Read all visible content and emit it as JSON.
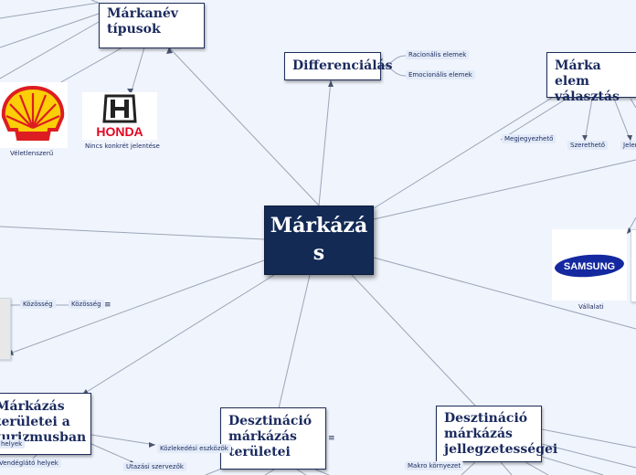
{
  "central": {
    "title": "Márkázás"
  },
  "nodes": {
    "markanev_tipusok": "Márkanév típusok",
    "differencialas": "Differenciálás",
    "marka_elem_valasztas": "Márka elem választás",
    "markazas_teruletei": "Márkázás területei a turizmusban",
    "destinacio_markazas_teruletei": "Desztináció márkázás területei",
    "destinacio_markazas_jellegzetessegei": "Desztináció márkázás jellegzetességei"
  },
  "leaves": {
    "racionalis": "Racionális elemek",
    "emocionalis": "Emocionális elemek",
    "megjegyezheto": "Megjegyezhető",
    "szeretheto": "Szerethető",
    "jelentes": "Jelentés",
    "kozosseg1": "Közösség",
    "kozosseg2": "Közösség",
    "kozlekedesi": "Közlekedési eszközök",
    "utazasi": "Utazási szervezők",
    "vendeglato": "Vendéglátó helyek",
    "helyek": "helyek",
    "makro": "Makro környezet"
  },
  "images": {
    "shell_caption": "Véletlenszerű",
    "honda_caption": "Nincs konkrét jelentése",
    "samsung_caption": "Vállalati",
    "honda_logo_text": "HONDA",
    "samsung_logo_text": "SAMSUNG"
  },
  "colors": {
    "central_bg": "#132a55",
    "node_text": "#1a2a5e",
    "line": "#9aa5b8",
    "shell_red": "#dd1d21",
    "shell_yellow": "#fbce07",
    "honda_red": "#e40521",
    "samsung_blue": "#1428a0"
  },
  "icons": {
    "more": "≡"
  }
}
